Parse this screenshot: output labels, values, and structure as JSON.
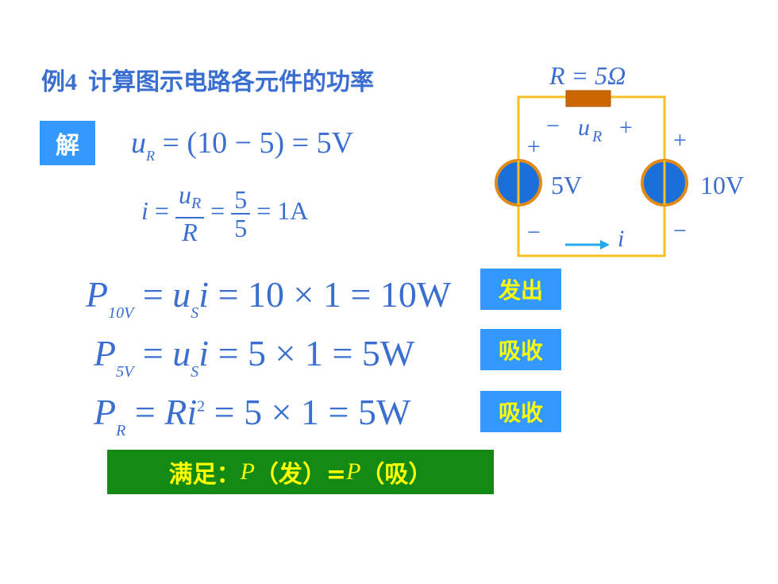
{
  "title": {
    "lead": "例4",
    "rest": "计算图示电路各元件的功率"
  },
  "solution_label": "解",
  "equations": {
    "ur": {
      "var": "u",
      "sub": "R",
      "expr": " = (10 − 5) = 5V"
    },
    "i": {
      "lhs": "i",
      "eq1": " = ",
      "num_var": "u",
      "num_sub": "R",
      "den": "R",
      "eq2": " = ",
      "num2": "5",
      "den2": "5",
      "rhs": " = 1A"
    },
    "p10": {
      "var": "P",
      "sub": "10V",
      "expr1": " = ",
      "us": "u",
      "us_sub": "S",
      "i": "i",
      "expr2": " = 10 × 1 = 10W"
    },
    "p5": {
      "var": "P",
      "sub": "5V",
      "expr1": " = ",
      "us": "u",
      "us_sub": "S",
      "i": "i",
      "expr2": " = 5 × 1 = 5W"
    },
    "pr": {
      "var": "P",
      "sub": "R",
      "expr1": " = ",
      "r": "Ri",
      "sup": "2",
      "expr2": " = 5 × 1 = 5W"
    }
  },
  "badges": {
    "p10": "发出",
    "p5": "吸收",
    "pr": "吸收"
  },
  "summary": {
    "prefix": "满足：",
    "p1": "P",
    "mid1": "（发）=",
    "p2": "P",
    "mid2": "（吸）"
  },
  "circuit": {
    "resistor_label": "R = 5Ω",
    "ur_label_minus": "−",
    "ur_label": "u",
    "ur_label_sub": "R",
    "ur_label_plus": "+",
    "left_plus": "+",
    "left_minus": "−",
    "left_source": "5V",
    "right_plus": "+",
    "right_minus": "−",
    "right_source": "10V",
    "current_label": "i",
    "colors": {
      "wire": "#f5c020",
      "resistor": "#cc6600",
      "source_fill": "#1a6fd9",
      "source_ring": "#e08a1a",
      "arrow": "#22aaee",
      "text": "#3a6fd1"
    }
  }
}
